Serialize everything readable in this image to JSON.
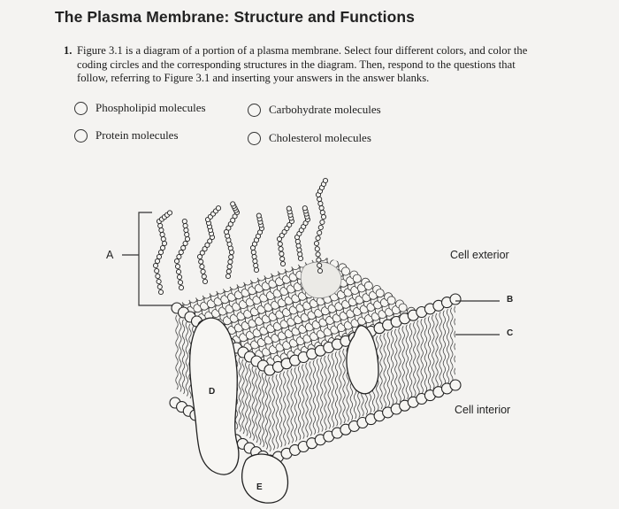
{
  "title": "The Plasma Membrane: Structure and Functions",
  "question": {
    "number": "1.",
    "text": "Figure 3.1 is a diagram of a portion of a plasma membrane. Select four different colors, and color the coding circles and the corresponding structures in the diagram. Then, respond to the questions that follow, referring to Figure 3.1 and inserting your answers in the answer blanks."
  },
  "coding_key": [
    "Phospholipid molecules",
    "Carbohydrate molecules",
    "Protein molecules",
    "Cholesterol molecules"
  ],
  "diagram_labels": {
    "a": "A",
    "b": "B",
    "c": "C",
    "d": "D",
    "e": "E",
    "cell_exterior": "Cell exterior",
    "cell_interior": "Cell interior"
  }
}
